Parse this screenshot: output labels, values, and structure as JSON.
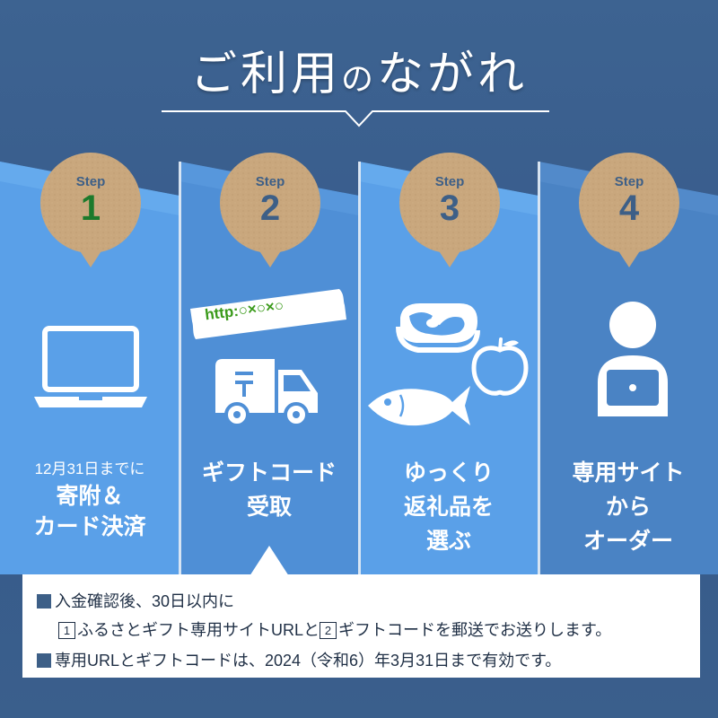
{
  "header": {
    "title_main_a": "ご利用",
    "title_small": "の",
    "title_main_b": "ながれ"
  },
  "steps": [
    {
      "step_label": "Step",
      "number": "1",
      "lines": [
        "12月31日までに",
        "寄附＆",
        "カード決済"
      ]
    },
    {
      "step_label": "Step",
      "number": "2",
      "url_text": "http:○×○×○",
      "lines": [
        "ギフトコード",
        "受取"
      ]
    },
    {
      "step_label": "Step",
      "number": "3",
      "lines": [
        "ゆっくり",
        "返礼品を",
        "選ぶ"
      ]
    },
    {
      "step_label": "Step",
      "number": "4",
      "lines": [
        "専用サイト",
        "から",
        "オーダー"
      ]
    }
  ],
  "notice": {
    "row1": "入金確認後、30日以内に",
    "row2_box1": "1",
    "row2_text1": "ふるさとギフト専用サイトURLと",
    "row2_box2": "2",
    "row2_text2": "ギフトコードを郵送でお送りします。",
    "row3": "専用URLとギフトコードは、2024（令和6）年3月31日まで有効です。"
  },
  "colors": {
    "background": "#3a5f8c",
    "panel_light": "#5aa0e8",
    "panel_mid": "#4f8fd6",
    "panel_dark": "#4a83c4",
    "badge": "#c9a77d",
    "step_text": "#3d5f87",
    "step1_number": "#1c7a2c",
    "url_text": "#3a9a1a"
  },
  "icons": [
    "laptop-icon",
    "mail-truck-icon",
    "url-tag-icon",
    "meat-icon",
    "fish-icon",
    "apple-icon",
    "person-laptop-icon"
  ]
}
